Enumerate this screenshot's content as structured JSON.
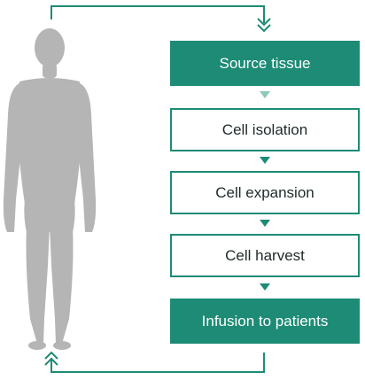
{
  "diagram": {
    "steps": [
      {
        "label": "Source tissue",
        "style": "filled"
      },
      {
        "label": "Cell isolation",
        "style": "outline"
      },
      {
        "label": "Cell expansion",
        "style": "outline"
      },
      {
        "label": "Cell harvest",
        "style": "outline"
      },
      {
        "label": "Infusion to patients",
        "style": "filled"
      }
    ],
    "icons": {
      "figure": "human-silhouette-icon",
      "loop_top": "double-chevron-down-icon",
      "loop_bottom": "double-chevron-up-icon"
    },
    "colors": {
      "accent": "#1d8b75",
      "accent_light": "#8cc7b9",
      "figure": "#b5b5b5"
    }
  }
}
